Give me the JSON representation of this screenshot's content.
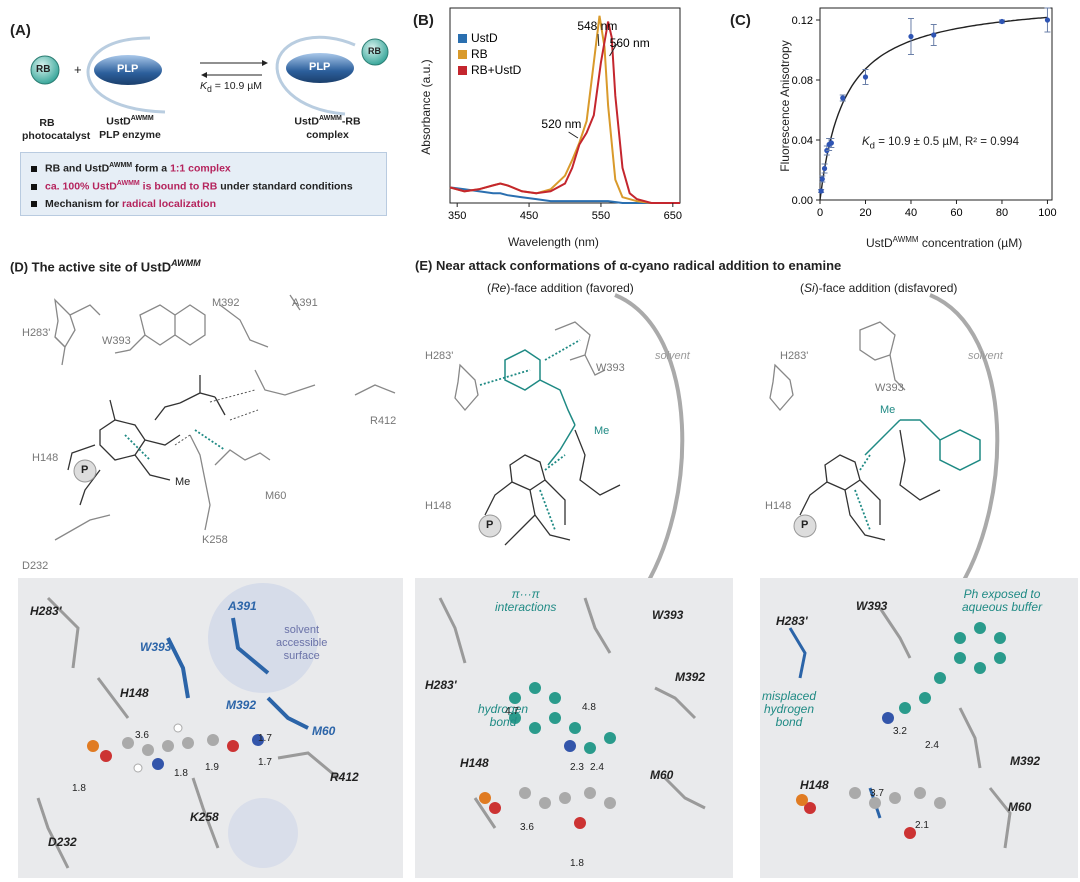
{
  "panelA": {
    "label": "(A)",
    "rb": "RB",
    "plus": "+",
    "plp": "PLP",
    "kd": "K",
    "kd_sub": "d",
    "kd_value": " = 10.9 µM",
    "rb_caption1": "RB",
    "rb_caption2": "photocatalyst",
    "enzyme_caption1": "UstD",
    "enzyme_caption_sup": "AWMM",
    "enzyme_caption2": "PLP enzyme",
    "complex_caption1": "UstD",
    "complex_caption_sup": "AWMM",
    "complex_caption1b": "-RB",
    "complex_caption2": "complex",
    "bullets": [
      {
        "pre": "RB and UstD",
        "sup": "AWMM",
        "mid": " form a ",
        "hl": "1:1 complex",
        "post": ""
      },
      {
        "pre": "",
        "sup": "",
        "mid": "",
        "hl": "ca. 100% UstD",
        "hlsup": "AWMM",
        "hl2": " is bound to RB",
        "post": " under standard conditions"
      },
      {
        "pre": "Mechanism for ",
        "sup": "",
        "mid": "",
        "hl": "radical localization",
        "post": ""
      }
    ]
  },
  "panelB": {
    "label": "(B)",
    "legend": [
      {
        "name": "UstD",
        "color": "#2a6fb0"
      },
      {
        "name": "RB",
        "color": "#d99a2b"
      },
      {
        "name": "RB+UstD",
        "color": "#c4262e"
      }
    ],
    "annotations": [
      "548 nm",
      "560 nm",
      "520 nm"
    ],
    "ylabel": "Absorbance (a.u.)",
    "xlabel": "Wavelength (nm)",
    "xticks": [
      "350",
      "450",
      "550",
      "650"
    ]
  },
  "panelC": {
    "label": "(C)",
    "ylabel": "Fluorescence Anisotropy",
    "xlabel_pre": "UstD",
    "xlabel_sup": "AWMM",
    "xlabel_post": " concentration (µM)",
    "fit_text_pre": "K",
    "fit_text_sub": "d",
    "fit_text_post": " = 10.9 ± 0.5 µM, R² = 0.994",
    "xticks": [
      "0",
      "20",
      "40",
      "60",
      "80",
      "100"
    ],
    "yticks": [
      "0.00",
      "0.04",
      "0.08",
      "0.12"
    ]
  },
  "chart_data": [
    {
      "type": "line",
      "title": "",
      "xlabel": "Wavelength (nm)",
      "ylabel": "Absorbance (a.u.)",
      "xlim": [
        340,
        660
      ],
      "ylim": [
        0,
        1.0
      ],
      "grid": false,
      "legend": "top-left",
      "series": [
        {
          "name": "UstD",
          "color": "#2a6fb0",
          "x": [
            340,
            360,
            380,
            400,
            410,
            420,
            440,
            460,
            480,
            500,
            520,
            540,
            560,
            580,
            600,
            620,
            640,
            660
          ],
          "y": [
            0.08,
            0.07,
            0.06,
            0.05,
            0.05,
            0.04,
            0.03,
            0.02,
            0.01,
            0.01,
            0.01,
            0.01,
            0.01,
            0.0,
            0.0,
            0.0,
            0.0,
            0.0
          ]
        },
        {
          "name": "RB",
          "color": "#d99a2b",
          "x": [
            340,
            360,
            380,
            400,
            410,
            420,
            440,
            460,
            480,
            500,
            510,
            520,
            530,
            540,
            548,
            555,
            560,
            570,
            580,
            600,
            620,
            640,
            660
          ],
          "y": [
            0.08,
            0.06,
            0.07,
            0.09,
            0.1,
            0.09,
            0.06,
            0.05,
            0.07,
            0.14,
            0.22,
            0.31,
            0.42,
            0.72,
            0.96,
            0.8,
            0.5,
            0.12,
            0.03,
            0.01,
            0.0,
            0.0,
            0.0
          ]
        },
        {
          "name": "RB+UstD",
          "color": "#c4262e",
          "x": [
            340,
            360,
            380,
            400,
            410,
            420,
            440,
            460,
            480,
            500,
            510,
            520,
            530,
            540,
            550,
            560,
            565,
            570,
            580,
            590,
            600,
            620,
            640,
            660
          ],
          "y": [
            0.08,
            0.06,
            0.07,
            0.09,
            0.1,
            0.09,
            0.06,
            0.05,
            0.06,
            0.1,
            0.18,
            0.3,
            0.36,
            0.45,
            0.72,
            0.93,
            0.85,
            0.55,
            0.18,
            0.05,
            0.02,
            0.0,
            0.0,
            0.0
          ]
        }
      ]
    },
    {
      "type": "scatter",
      "title": "",
      "xlabel": "UstD AWMM concentration (µM)",
      "ylabel": "Fluorescence Anisotropy",
      "xlim": [
        0,
        102
      ],
      "ylim": [
        0,
        0.128
      ],
      "grid": false,
      "x": [
        0.5,
        1,
        2,
        3,
        4,
        5,
        10,
        20,
        40,
        50,
        80,
        100
      ],
      "y": [
        0.006,
        0.014,
        0.021,
        0.033,
        0.037,
        0.038,
        0.068,
        0.082,
        0.109,
        0.11,
        0.119,
        0.12
      ],
      "yerr": [
        0.001,
        0.002,
        0.003,
        0.003,
        0.004,
        0.003,
        0.002,
        0.005,
        0.012,
        0.007,
        0.001,
        0.008
      ],
      "fit": {
        "model": "binding",
        "Kd": 10.9,
        "Bmax": 0.135
      }
    }
  ],
  "panelD": {
    "label": "(D)",
    "title_pre": "The active site of UstD",
    "title_sup": "AWMM",
    "residues": [
      "H283'",
      "W393",
      "M392",
      "A391",
      "R412",
      "H148",
      "M60",
      "K258",
      "D232",
      "Me",
      "P"
    ],
    "render_labels": [
      "H283'",
      "A391",
      "W393",
      "H148",
      "M392",
      "M60",
      "R412",
      "K258",
      "D232"
    ],
    "surface_label": [
      "solvent",
      "accessible",
      "surface"
    ],
    "distances": [
      "3.6",
      "1.8",
      "1.9",
      "1.7",
      "1.7",
      "1.8"
    ]
  },
  "panelE": {
    "label": "(E)",
    "title": "Near attack conformations of α-cyano radical addition to enamine",
    "re_title_open": "(",
    "re_title_it": "Re",
    "re_title_rest": ")-face addition (favored)",
    "si_title_open": "(",
    "si_title_it": "Si",
    "si_title_rest": ")-face addition (disfavored)",
    "solvent": "solvent",
    "residues": [
      "H283'",
      "W393",
      "H148",
      "Me",
      "P"
    ],
    "render_re": [
      "π···π",
      "interactions",
      "H283'",
      "W393",
      "M392",
      "hydrogen",
      "bond",
      "H148",
      "M60"
    ],
    "render_si": [
      "W393",
      "H283'",
      "Ph exposed to",
      "aqueous buffer",
      "misplaced",
      "hydrogen",
      "bond",
      "H148",
      "M392",
      "M60"
    ],
    "distances_re": [
      "4.7",
      "4.8",
      "2.3",
      "2.4",
      "3.6",
      "1.8"
    ],
    "distances_si": [
      "3.2",
      "2.4",
      "3.7",
      "2.1"
    ]
  }
}
